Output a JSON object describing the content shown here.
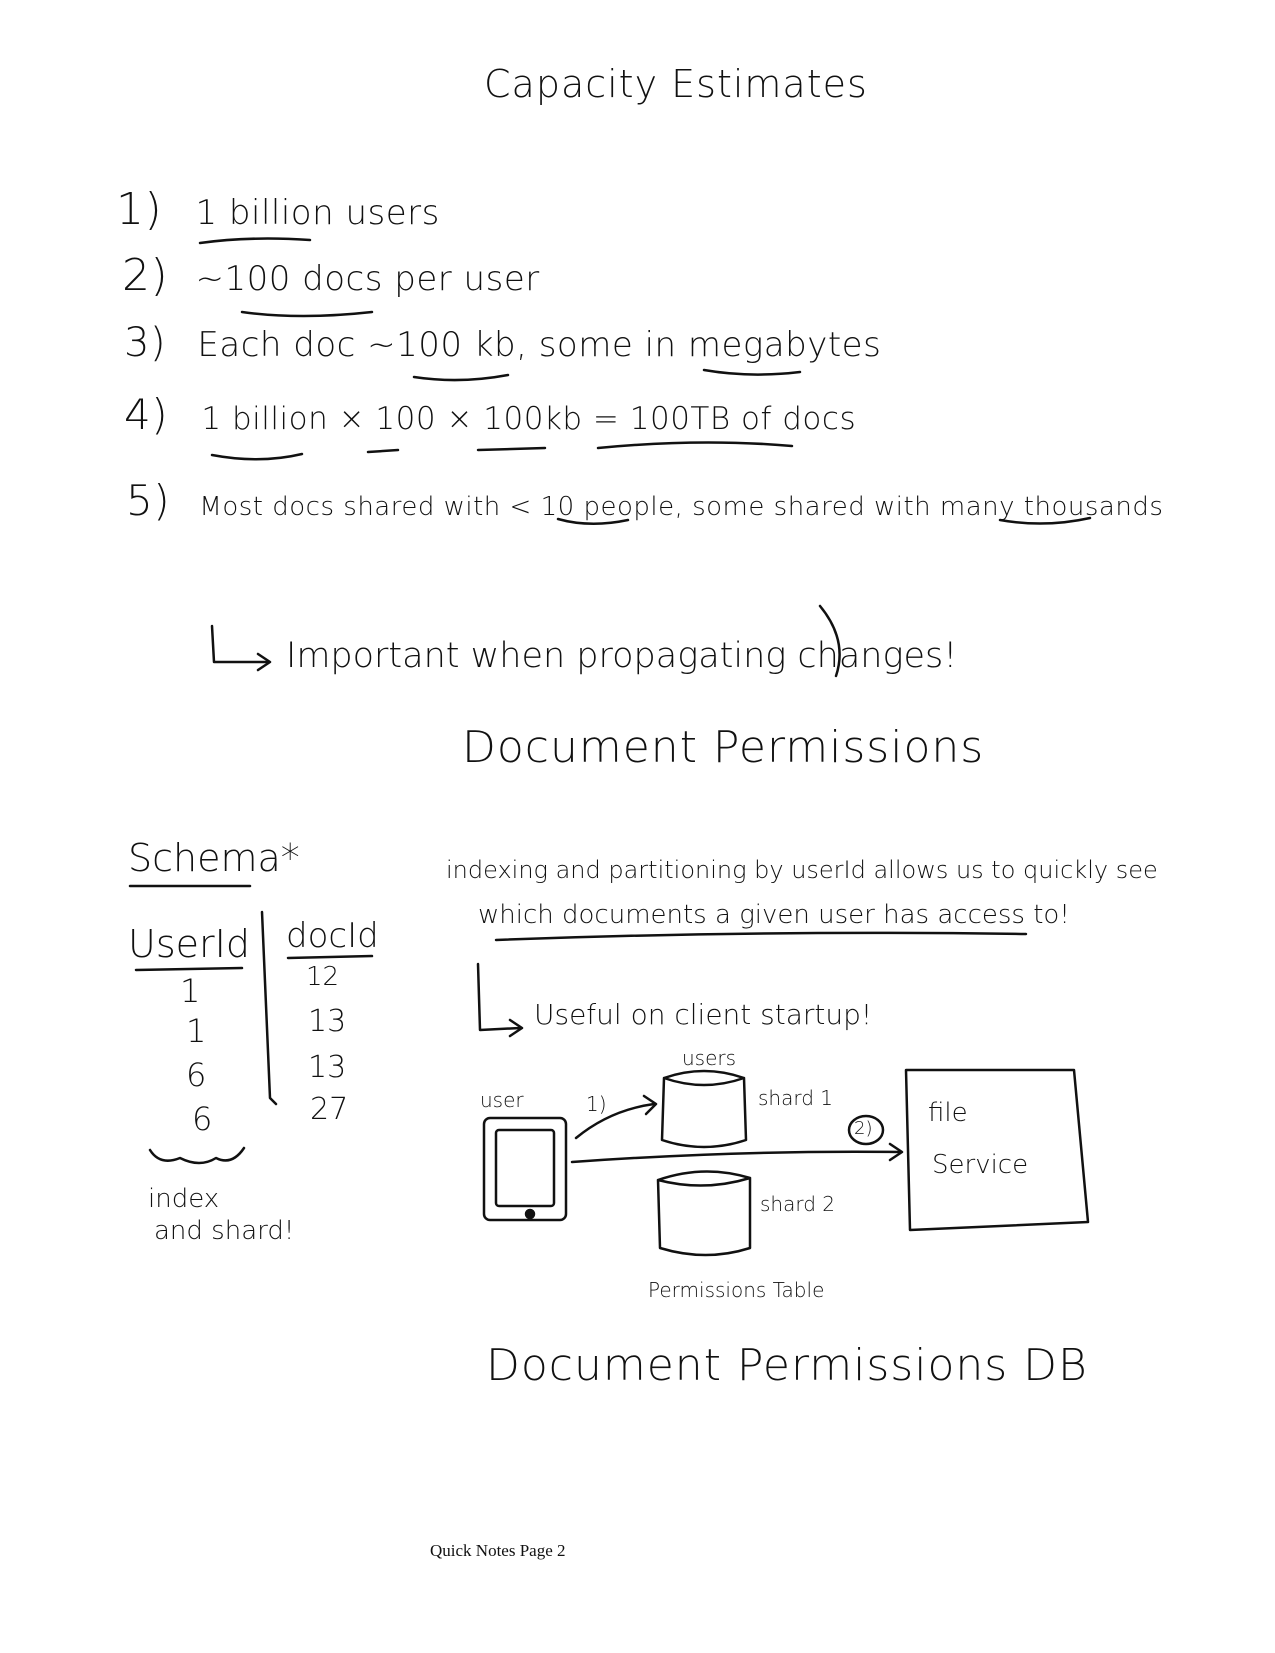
{
  "titles": {
    "capacity": "Capacity Estimates",
    "permissions": "Document Permissions",
    "permissions_db": "Document Permissions DB"
  },
  "estimates": [
    {
      "num": "1)",
      "text": "1 billion users"
    },
    {
      "num": "2)",
      "text": "~100 docs per user"
    },
    {
      "num": "3)",
      "text": "Each doc ~100 kb, some in megabytes"
    },
    {
      "num": "4)",
      "text": "1 billion × 100 × 100kb = 100TB of docs"
    },
    {
      "num": "5)",
      "text": "Most docs shared with < 10 people, some shared with many thousands"
    }
  ],
  "note_important": "Important when propagating changes!",
  "schema": {
    "label": "Schema*",
    "headers": [
      "UserId",
      "docId"
    ],
    "rows": [
      [
        "1",
        "12"
      ],
      [
        "1",
        "13"
      ],
      [
        "6",
        "13"
      ],
      [
        "6",
        "27"
      ]
    ],
    "note_line1": "index",
    "note_line2": "and shard!"
  },
  "indexing_note": {
    "line1": "indexing and partitioning by userId allows us to quickly see",
    "line2": "which documents a given user has access to!",
    "useful": "Useful on client startup!"
  },
  "diagram": {
    "user_label": "user",
    "users_label": "users",
    "step1": "1)",
    "step2": "2)",
    "shard1": "shard 1",
    "shard2": "shard 2",
    "table_label": "Permissions Table",
    "file_service_line1": "file",
    "file_service_line2": "Service"
  },
  "footer": "Quick Notes Page 2"
}
